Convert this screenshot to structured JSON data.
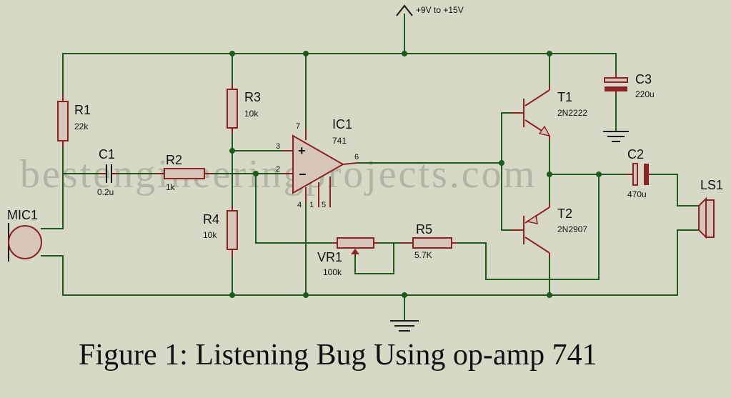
{
  "watermark": "bestengineeringprojects.com",
  "caption": "Figure 1: Listening Bug Using op-amp 741",
  "supply_label": "+9V to +15V",
  "components": {
    "mic1": {
      "ref": "MIC1"
    },
    "r1": {
      "ref": "R1",
      "value": "22k"
    },
    "c1": {
      "ref": "C1",
      "value": "0.2u"
    },
    "r2": {
      "ref": "R2",
      "value": "1k"
    },
    "r3": {
      "ref": "R3",
      "value": "10k"
    },
    "r4": {
      "ref": "R4",
      "value": "10k"
    },
    "ic1": {
      "ref": "IC1",
      "value": "741",
      "pin_plus": "3",
      "pin_minus": "2",
      "pin_out": "6",
      "pin_vplus": "7",
      "pin_vminus": "4",
      "pin_1": "1",
      "pin_5": "5",
      "sign_plus": "+",
      "sign_minus": "−"
    },
    "vr1": {
      "ref": "VR1",
      "value": "100k"
    },
    "r5": {
      "ref": "R5",
      "value": "5.7K"
    },
    "t1": {
      "ref": "T1",
      "value": "2N2222"
    },
    "t2": {
      "ref": "T2",
      "value": "2N2907"
    },
    "c2": {
      "ref": "C2",
      "value": "470u"
    },
    "c3": {
      "ref": "C3",
      "value": "220u"
    },
    "ls1": {
      "ref": "LS1"
    }
  },
  "colors": {
    "wire": "#1d5a1d",
    "component": "#8a2424",
    "background": "#d7d8c6"
  }
}
